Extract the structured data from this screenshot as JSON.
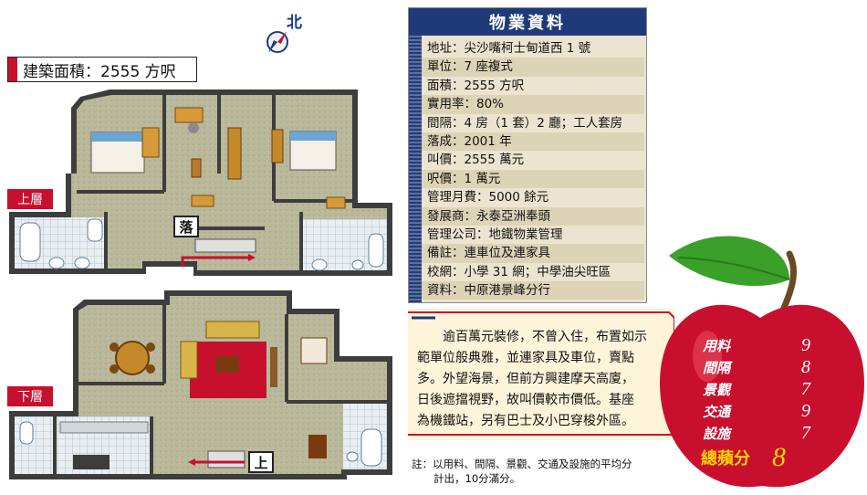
{
  "compass": {
    "label": "北"
  },
  "area": {
    "text": "建築面積：2555 方呎"
  },
  "floors": {
    "upper": "上層",
    "lower": "下層"
  },
  "stairs": {
    "down": "落",
    "up": "上"
  },
  "info": {
    "title": "物業資料",
    "items": [
      "地址：尖沙嘴柯士甸道西 1 號",
      "單位：7 座複式",
      "面積：2555 方呎",
      "實用率：80%",
      "間隔：4 房（1 套）2 廳；工人套房",
      "落成：2001 年",
      "叫價：2555 萬元",
      "呎價：1 萬元",
      "管理月費：5000 餘元",
      "發展商：永泰亞洲奉頭",
      "管理公司：地鐵物業管理",
      "備註：連車位及連家具",
      "校網：小學 31 網；中學油尖旺區",
      "資料：中原港景峰分行"
    ]
  },
  "description": {
    "lines": [
      "逾百萬元裝修，不曾入住，布置如示",
      "範單位般典雅，並連家具及車位，賣點",
      "多。外望海景，但前方興建摩天高廈，",
      "日後遮擋視野，故叫價較市價低。基座",
      "為機鐵站，另有巴士及小巴穿梭外區。"
    ]
  },
  "note": {
    "line1": "註：以用料、間隔、景觀、交通及設施的平均分",
    "line2": "計出，10分滿分。"
  },
  "ratings": [
    {
      "label": "用料",
      "score": "9"
    },
    {
      "label": "間隔",
      "score": "8"
    },
    {
      "label": "景觀",
      "score": "7"
    },
    {
      "label": "交通",
      "score": "9"
    },
    {
      "label": "設施",
      "score": "7"
    }
  ],
  "total": {
    "label": "總蘋分",
    "score": "8"
  },
  "colors": {
    "brand_red": "#c8102e",
    "navy": "#1f3a78",
    "apple_red": "#c8102e",
    "gold": "#ffd400"
  }
}
